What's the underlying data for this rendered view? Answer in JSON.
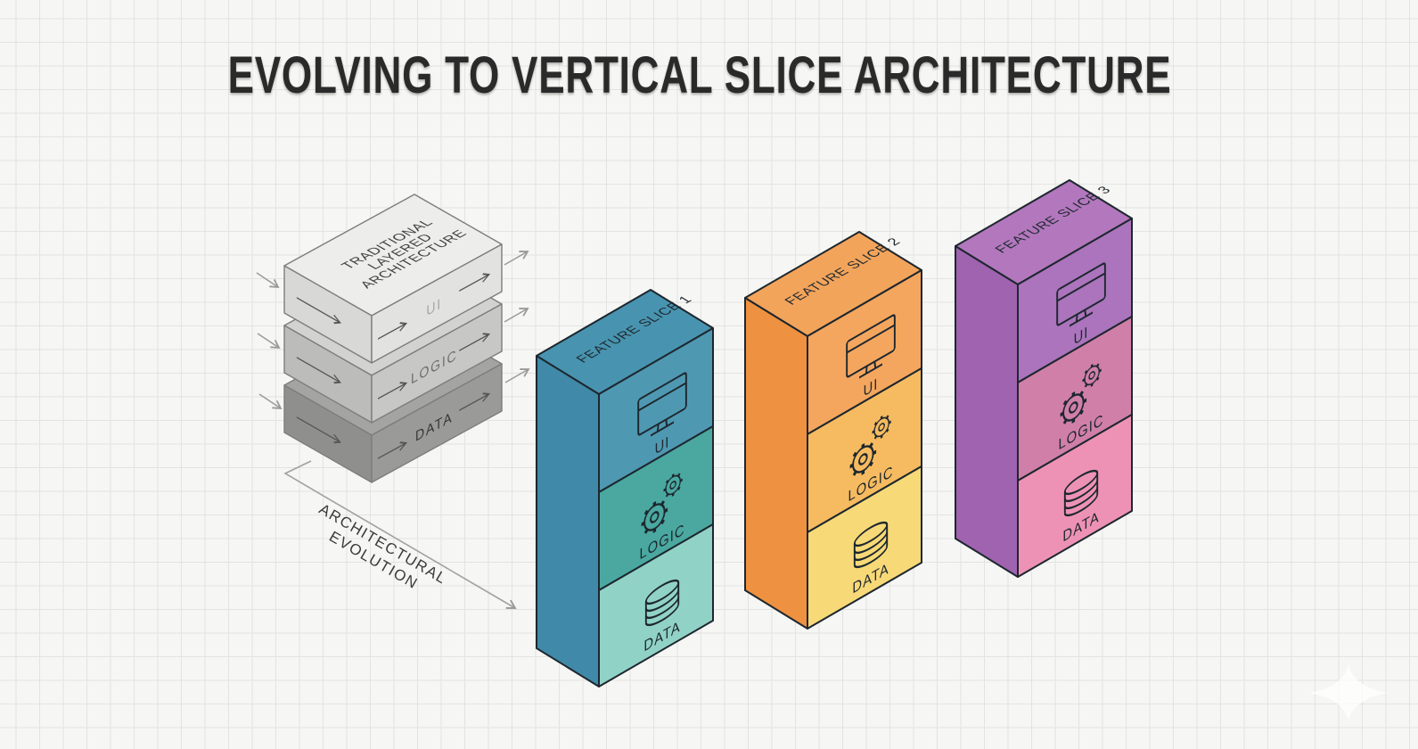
{
  "title": "EVOLVING TO VERTICAL SLICE ARCHITECTURE",
  "legacy_stack": {
    "top_label": {
      "line1": "TRADITIONAL",
      "line2": "LAYERED",
      "line3": "ARCHITECTURE"
    },
    "layers": [
      {
        "label": "UI"
      },
      {
        "label": "LOGIC"
      },
      {
        "label": "DATA"
      }
    ]
  },
  "evolution": {
    "line1": "ARCHITECTURAL",
    "line2": "EVOLUTION"
  },
  "slices": [
    {
      "title": "FEATURE SLICE 1",
      "sections": [
        {
          "label": "UI",
          "icon": "monitor-icon"
        },
        {
          "label": "LOGIC",
          "icon": "gears-icon"
        },
        {
          "label": "DATA",
          "icon": "database-icon"
        }
      ]
    },
    {
      "title": "FEATURE SLICE 2",
      "sections": [
        {
          "label": "UI",
          "icon": "monitor-icon"
        },
        {
          "label": "LOGIC",
          "icon": "gears-icon"
        },
        {
          "label": "DATA",
          "icon": "database-icon"
        }
      ]
    },
    {
      "title": "FEATURE SLICE 3",
      "sections": [
        {
          "label": "UI",
          "icon": "monitor-icon"
        },
        {
          "label": "LOGIC",
          "icon": "gears-icon"
        },
        {
          "label": "DATA",
          "icon": "database-icon"
        }
      ]
    }
  ],
  "colors": {
    "background": "#f6f6f4",
    "grid_line": "#e3e3e1",
    "title_text": "#2b2b2b",
    "outline": "#1d272e",
    "legacy": {
      "ui": {
        "top": "#ededeb",
        "left": "#d8d8d6",
        "front": "#e2e2e0",
        "label": "#a6a6a4"
      },
      "logic": {
        "top": "#d2d2d0",
        "left": "#bcbcba",
        "front": "#c7c7c5",
        "label": "#6d6d6b"
      },
      "data": {
        "top": "#a4a4a2",
        "left": "#8f8f8d",
        "front": "#9a9a98",
        "label": "#363634"
      },
      "edge": "#7d7d7b",
      "face_arrow": "#555553",
      "flow_arrow": "#9a9a98"
    },
    "slice1": {
      "top": "#4894b0",
      "left": "#4089a8",
      "ui": "#4f98b2",
      "logic": "#4aa8a0",
      "data": "#91d2c7"
    },
    "slice2": {
      "top": "#f3a45b",
      "left": "#ee9140",
      "ui": "#f4a65e",
      "logic": "#f6bb60",
      "data": "#f8d977"
    },
    "slice3": {
      "top": "#b377bd",
      "left": "#a063b0",
      "ui": "#ab74bc",
      "logic": "#d07fa9",
      "data": "#ed92b5"
    },
    "evolution_arrow": "#a2a2a0",
    "evolution_text": "#3a3a38",
    "sparkle": "#ffffff"
  }
}
